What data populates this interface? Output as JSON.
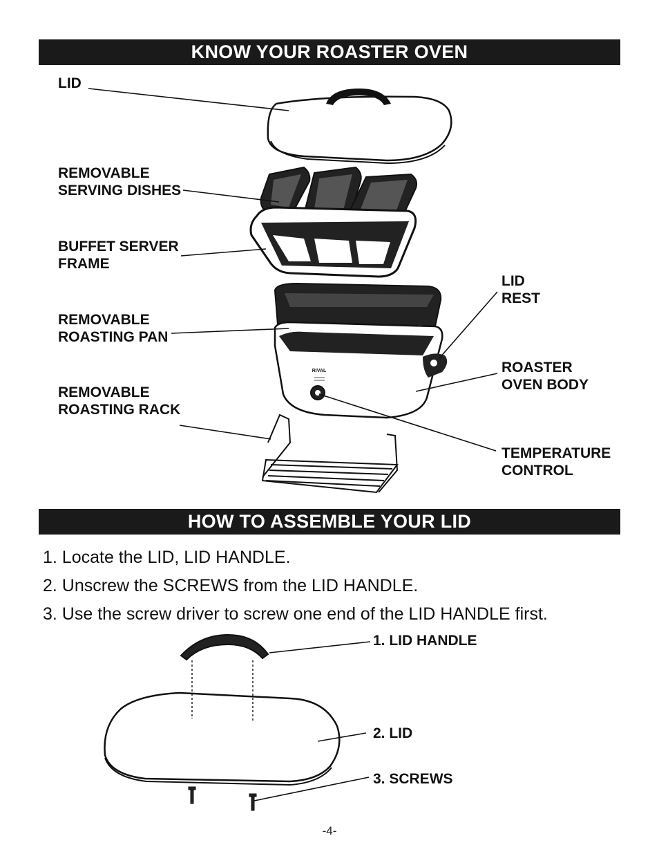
{
  "section1": {
    "title": "KNOW YOUR ROASTER OVEN",
    "labels": {
      "lid": "LID",
      "serving_dishes": [
        "REMOVABLE",
        "SERVING DISHES"
      ],
      "buffet_frame": [
        "BUFFET SERVER",
        "FRAME"
      ],
      "roasting_pan": [
        "REMOVABLE",
        "ROASTING PAN"
      ],
      "roasting_rack": [
        "REMOVABLE",
        "ROASTING RACK"
      ],
      "lid_rest": [
        "LID",
        "REST"
      ],
      "oven_body": [
        "ROASTER",
        "OVEN BODY"
      ],
      "temp_control": [
        "TEMPERATURE",
        "CONTROL"
      ]
    },
    "brand_mark": "RIVAL"
  },
  "section2": {
    "title": "HOW TO ASSEMBLE YOUR LID",
    "steps": [
      "1. Locate the LID, LID HANDLE.",
      "2. Unscrew the SCREWS from the LID HANDLE.",
      "3. Use the screw driver to screw one end of the LID HANDLE first."
    ],
    "labels": {
      "lid_handle": "1. LID HANDLE",
      "lid": "2. LID",
      "screws": "3. SCREWS"
    }
  },
  "page_number": "-4-"
}
